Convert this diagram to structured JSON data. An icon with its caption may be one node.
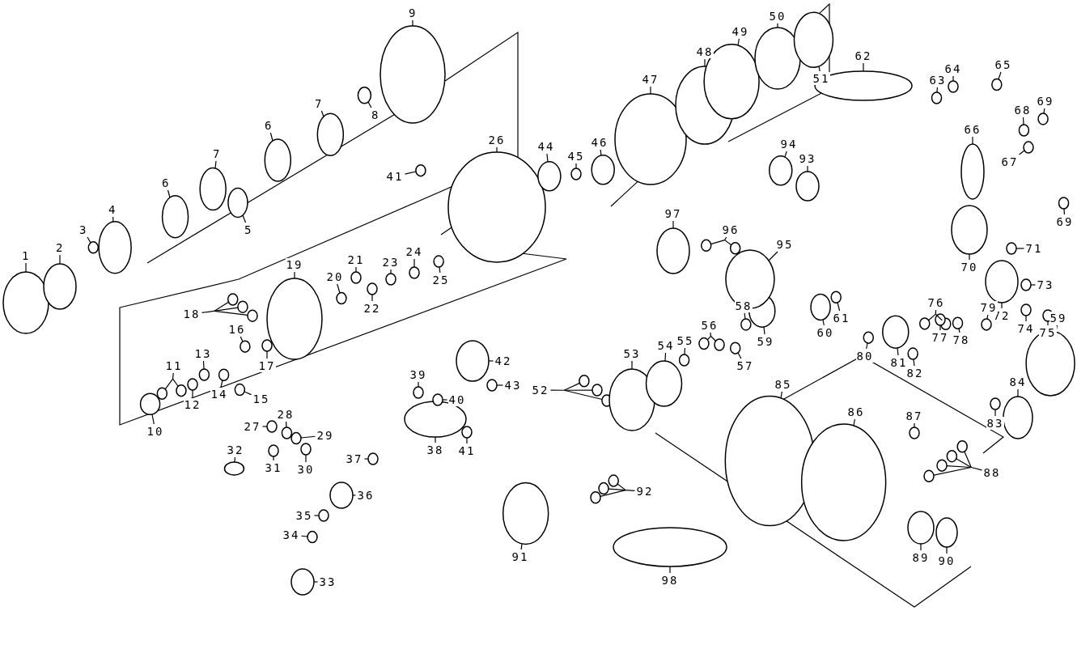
{
  "diagram": {
    "nodes": [
      {
        "text": [
          "1"
        ]
      },
      {
        "text": [
          "2"
        ]
      },
      {
        "text": [
          "3"
        ]
      },
      {
        "text": [
          "4"
        ]
      },
      {
        "text": [
          "5"
        ]
      },
      {
        "text": [
          "6"
        ]
      },
      {
        "text": [
          "6"
        ]
      },
      {
        "text": [
          "7"
        ]
      },
      {
        "text": [
          "7"
        ]
      },
      {
        "text": [
          "8"
        ]
      },
      {
        "text": [
          "9"
        ]
      },
      {
        "text": [
          "10"
        ]
      },
      {
        "text": [
          "11"
        ]
      },
      {
        "text": [
          "12"
        ]
      },
      {
        "text": [
          "13"
        ]
      },
      {
        "text": [
          "14"
        ]
      },
      {
        "text": [
          "15"
        ]
      },
      {
        "text": [
          "16"
        ]
      },
      {
        "text": [
          "17"
        ]
      },
      {
        "text": [
          "18"
        ]
      },
      {
        "text": [
          "19"
        ]
      },
      {
        "text": [
          "20"
        ]
      },
      {
        "text": [
          "21"
        ]
      },
      {
        "text": [
          "22"
        ]
      },
      {
        "text": [
          "23"
        ]
      },
      {
        "text": [
          "24"
        ]
      },
      {
        "text": [
          "25"
        ]
      },
      {
        "text": [
          "26"
        ]
      },
      {
        "text": [
          "27"
        ]
      },
      {
        "text": [
          "28"
        ]
      },
      {
        "text": [
          "29"
        ]
      },
      {
        "text": [
          "30"
        ]
      },
      {
        "text": [
          "31"
        ]
      },
      {
        "text": [
          "32"
        ]
      },
      {
        "text": [
          "33"
        ]
      },
      {
        "text": [
          "34"
        ]
      },
      {
        "text": [
          "35"
        ]
      },
      {
        "text": [
          "36"
        ]
      },
      {
        "text": [
          "37"
        ]
      },
      {
        "text": [
          "38"
        ]
      },
      {
        "text": [
          "39"
        ]
      },
      {
        "text": [
          "40"
        ]
      },
      {
        "text": [
          "41"
        ]
      },
      {
        "text": [
          "41"
        ]
      },
      {
        "text": [
          "42"
        ]
      },
      {
        "text": [
          "43"
        ]
      },
      {
        "text": [
          "44"
        ]
      },
      {
        "text": [
          "45"
        ]
      },
      {
        "text": [
          "46"
        ]
      },
      {
        "text": [
          "47"
        ]
      },
      {
        "text": [
          "48"
        ]
      },
      {
        "text": [
          "49"
        ]
      },
      {
        "text": [
          "50"
        ]
      },
      {
        "text": [
          "51"
        ]
      },
      {
        "text": [
          "52"
        ]
      },
      {
        "text": [
          "53"
        ]
      },
      {
        "text": [
          "54"
        ]
      },
      {
        "text": [
          "55"
        ]
      },
      {
        "text": [
          "56"
        ]
      },
      {
        "text": [
          "57"
        ]
      },
      {
        "text": [
          "58"
        ]
      },
      {
        "text": [
          "59"
        ]
      },
      {
        "text": [
          "59"
        ]
      },
      {
        "text": [
          "60"
        ]
      },
      {
        "text": [
          "61"
        ]
      },
      {
        "text": [
          "62"
        ]
      },
      {
        "text": [
          "63"
        ]
      },
      {
        "text": [
          "64"
        ]
      },
      {
        "text": [
          "65"
        ]
      },
      {
        "text": [
          "66"
        ]
      },
      {
        "text": [
          "67"
        ]
      },
      {
        "text": [
          "68"
        ]
      },
      {
        "text": [
          "69"
        ]
      },
      {
        "text": [
          "69"
        ]
      },
      {
        "text": [
          "70"
        ]
      },
      {
        "text": [
          "71"
        ]
      },
      {
        "text": [
          "72"
        ]
      },
      {
        "text": [
          "73"
        ]
      },
      {
        "text": [
          "74"
        ]
      },
      {
        "text": [
          "75"
        ]
      },
      {
        "text": [
          "76"
        ]
      },
      {
        "text": [
          "77"
        ]
      },
      {
        "text": [
          "78"
        ]
      },
      {
        "text": [
          "79"
        ]
      },
      {
        "text": [
          "80"
        ]
      },
      {
        "text": [
          "81"
        ]
      },
      {
        "text": [
          "82"
        ]
      },
      {
        "text": [
          "83"
        ]
      },
      {
        "text": [
          "84"
        ]
      },
      {
        "text": [
          "85"
        ]
      },
      {
        "text": [
          "86"
        ]
      },
      {
        "text": [
          "87"
        ]
      },
      {
        "text": [
          "88"
        ]
      },
      {
        "text": [
          "89"
        ]
      },
      {
        "text": [
          "90"
        ]
      },
      {
        "text": [
          "91"
        ]
      },
      {
        "text": [
          "92"
        ]
      },
      {
        "text": [
          "93"
        ]
      },
      {
        "text": [
          "94"
        ]
      },
      {
        "text": [
          "95"
        ]
      },
      {
        "text": [
          "96"
        ]
      },
      {
        "text": [
          "97"
        ]
      },
      {
        "text": [
          "98"
        ]
      },
      {
        "text": [],
        "shape": "circle"
      },
      {
        "text": [],
        "shape": "circle"
      },
      {
        "text": [],
        "shape": "circle"
      },
      {
        "text": [],
        "shape": "circle"
      },
      {
        "text": [],
        "shape": "circle"
      },
      {
        "text": [],
        "shape": "circle"
      },
      {
        "text": [],
        "shape": "circle"
      },
      {
        "text": [],
        "shape": "circle"
      },
      {
        "text": [],
        "shape": "circle"
      },
      {
        "text": [],
        "shape": "circle"
      },
      {
        "text": [],
        "shape": "circle"
      },
      {
        "text": [],
        "shape": "circle"
      },
      {
        "text": [],
        "shape": "circle"
      },
      {
        "text": [],
        "shape": "circle"
      },
      {
        "text": [],
        "shape": "circle"
      },
      {
        "text": [],
        "shape": "circle"
      },
      {
        "text": [],
        "shape": "circle"
      },
      {
        "text": [],
        "shape": "circle"
      },
      {
        "text": [],
        "shape": "circle"
      },
      {
        "text": [],
        "shape": "circle"
      },
      {
        "text": [],
        "shape": "circle"
      },
      {
        "text": [],
        "shape": "circle"
      },
      {
        "text": [],
        "shape": "circle"
      },
      {
        "text": [],
        "shape": "circle"
      },
      {
        "text": [],
        "shape": "circle"
      },
      {
        "text": [],
        "shape": "circle"
      },
      {
        "text": [],
        "shape": "circle"
      },
      {
        "text": [],
        "shape": "circle"
      },
      {
        "text": [],
        "shape": "circle"
      },
      {
        "text": [],
        "shape": "circle"
      },
      {
        "text": [],
        "shape": "circle"
      },
      {
        "text": [],
        "shape": "circle"
      },
      {
        "text": [],
        "shape": "circle"
      },
      {
        "text": [],
        "shape": "circle"
      },
      {
        "text": [],
        "shape": "circle"
      },
      {
        "text": [],
        "shape": "circle"
      },
      {
        "text": [],
        "shape": "circle"
      },
      {
        "text": [],
        "shape": "circle"
      },
      {
        "text": [],
        "shape": "circle"
      },
      {
        "text": [],
        "shape": "circle"
      },
      {
        "text": [],
        "shape": "circle"
      },
      {
        "text": [],
        "shape": "circle"
      },
      {
        "text": [],
        "shape": "circle"
      },
      {
        "text": [],
        "shape": "circle"
      },
      {
        "text": [],
        "shape": "circle"
      },
      {
        "text": [],
        "shape": "circle"
      },
      {
        "text": [],
        "shape": "circle"
      },
      {
        "text": [],
        "shape": "circle"
      },
      {
        "text": [],
        "shape": "circle"
      },
      {
        "text": [],
        "shape": "circle"
      },
      {
        "text": [],
        "shape": "circle"
      },
      {
        "text": [],
        "shape": "circle"
      },
      {
        "text": [],
        "shape": "circle"
      },
      {
        "text": [],
        "shape": "circle"
      },
      {
        "text": [],
        "shape": "circle"
      },
      {
        "text": [],
        "shape": "circle"
      },
      {
        "text": [],
        "shape": "circle"
      },
      {
        "text": [],
        "shape": "circle"
      },
      {
        "text": [],
        "shape": "circle"
      },
      {
        "text": [],
        "shape": "circle"
      },
      {
        "text": [],
        "shape": "circle"
      },
      {
        "text": [],
        "shape": "circle"
      },
      {
        "text": [],
        "shape": "circle"
      },
      {
        "text": [],
        "shape": "circle"
      },
      {
        "text": [],
        "shape": "circle"
      },
      {
        "text": [],
        "shape": "circle"
      },
      {
        "text": [],
        "shape": "circle"
      },
      {
        "text": [],
        "shape": "circle"
      },
      {
        "text": [],
        "shape": "circle"
      },
      {
        "text": [],
        "shape": "circle"
      },
      {
        "text": [],
        "shape": "circle"
      },
      {
        "text": [],
        "shape": "circle"
      },
      {
        "text": [],
        "shape": "circle"
      },
      {
        "text": [],
        "shape": "circle"
      },
      {
        "text": [],
        "shape": "circle"
      },
      {
        "text": [],
        "shape": "circle"
      },
      {
        "text": [],
        "shape": "circle"
      },
      {
        "text": [],
        "shape": "circle"
      },
      {
        "text": [],
        "shape": "circle"
      },
      {
        "text": [],
        "shape": "circle"
      },
      {
        "text": [],
        "shape": "circle"
      },
      {
        "text": [],
        "shape": "circle"
      },
      {
        "text": [],
        "shape": "circle"
      },
      {
        "text": [],
        "shape": "circle"
      },
      {
        "text": [],
        "shape": "circle"
      },
      {
        "text": [],
        "shape": "circle"
      },
      {
        "text": [],
        "shape": "circle"
      },
      {
        "text": [],
        "shape": "circle"
      },
      {
        "text": [],
        "shape": "circle"
      },
      {
        "text": [],
        "shape": "circle"
      },
      {
        "text": [],
        "shape": "circle"
      },
      {
        "text": [],
        "shape": "circle"
      },
      {
        "text": [],
        "shape": "circle"
      },
      {
        "text": [],
        "shape": "circle"
      },
      {
        "text": [],
        "shape": "circle"
      },
      {
        "text": [],
        "shape": "circle"
      },
      {
        "text": [],
        "shape": "circle"
      },
      {
        "text": [],
        "shape": "circle"
      },
      {
        "text": [],
        "shape": "circle"
      },
      {
        "text": [],
        "shape": "circle"
      },
      {
        "text": [],
        "shape": "circle"
      },
      {
        "text": [],
        "shape": "circle"
      },
      {
        "text": [],
        "shape": "circle"
      },
      {
        "text": [],
        "shape": "circle"
      },
      {
        "text": [],
        "shape": "circle"
      },
      {
        "text": [],
        "shape": "circle"
      },
      {
        "text": [],
        "shape": "circle"
      },
      {
        "text": [],
        "shape": "circle"
      },
      {
        "text": [],
        "shape": "circle"
      },
      {
        "text": [],
        "shape": "circle"
      },
      {
        "text": [],
        "shape": "circle"
      },
      {
        "text": [],
        "shape": "circle"
      },
      {
        "text": [],
        "shape": "circle"
      },
      {
        "text": [],
        "shape": "circle"
      },
      {
        "text": [],
        "shape": "circle"
      },
      {
        "text": [],
        "shape": "circle"
      }
    ],
    "edges": [
      {
        "from": 0,
        "to": 103,
        "arrow": "none"
      },
      {
        "from": 1,
        "to": 104,
        "arrow": "none"
      },
      {
        "from": 2,
        "to": 105,
        "arrow": "none"
      },
      {
        "from": 3,
        "to": 106,
        "arrow": "none"
      },
      {
        "from": 4,
        "to": 107,
        "arrow": "none"
      },
      {
        "from": 5,
        "to": 108,
        "arrow": "none"
      },
      {
        "from": 6,
        "to": 109,
        "arrow": "none"
      },
      {
        "from": 7,
        "to": 110,
        "arrow": "none"
      },
      {
        "from": 8,
        "to": 111,
        "arrow": "none"
      },
      {
        "from": 9,
        "to": 112,
        "arrow": "none"
      },
      {
        "from": 10,
        "to": 113,
        "arrow": "none"
      },
      {
        "from": 11,
        "to": 114,
        "arrow": "none"
      },
      {
        "from": 12,
        "to": 115,
        "arrow": "none"
      },
      {
        "from": 12,
        "to": 116,
        "arrow": "none"
      },
      {
        "from": 13,
        "to": 117,
        "arrow": "none"
      },
      {
        "from": 14,
        "to": 118,
        "arrow": "none"
      },
      {
        "from": 15,
        "to": 119,
        "arrow": "none"
      },
      {
        "from": 16,
        "to": 120,
        "arrow": "none"
      },
      {
        "from": 17,
        "to": 121,
        "arrow": "none"
      },
      {
        "from": 18,
        "to": 122,
        "arrow": "none"
      },
      {
        "from": 19,
        "to": 123,
        "arrow": "none"
      },
      {
        "from": 19,
        "to": 124,
        "arrow": "none"
      },
      {
        "from": 19,
        "to": 125,
        "arrow": "none"
      },
      {
        "from": 20,
        "to": 126,
        "arrow": "none"
      },
      {
        "from": 21,
        "to": 127,
        "arrow": "none"
      },
      {
        "from": 22,
        "to": 128,
        "arrow": "none"
      },
      {
        "from": 23,
        "to": 129,
        "arrow": "none"
      },
      {
        "from": 24,
        "to": 130,
        "arrow": "none"
      },
      {
        "from": 25,
        "to": 131,
        "arrow": "none"
      },
      {
        "from": 26,
        "to": 132,
        "arrow": "none"
      },
      {
        "from": 27,
        "to": 133,
        "arrow": "none"
      },
      {
        "from": 28,
        "to": 134,
        "arrow": "none"
      },
      {
        "from": 29,
        "to": 135,
        "arrow": "none"
      },
      {
        "from": 30,
        "to": 136,
        "arrow": "none"
      },
      {
        "from": 31,
        "to": 137,
        "arrow": "none"
      },
      {
        "from": 32,
        "to": 138,
        "arrow": "none"
      },
      {
        "from": 33,
        "to": 139,
        "arrow": "none"
      },
      {
        "from": 34,
        "to": 140,
        "arrow": "none"
      },
      {
        "from": 35,
        "to": 141,
        "arrow": "none"
      },
      {
        "from": 36,
        "to": 142,
        "arrow": "none"
      },
      {
        "from": 37,
        "to": 143,
        "arrow": "none"
      },
      {
        "from": 38,
        "to": 144,
        "arrow": "none"
      },
      {
        "from": 39,
        "to": 145,
        "arrow": "none"
      },
      {
        "from": 40,
        "to": 146,
        "arrow": "none"
      },
      {
        "from": 41,
        "to": 147,
        "arrow": "none"
      },
      {
        "from": 42,
        "to": 148,
        "arrow": "none"
      },
      {
        "from": 43,
        "to": 149,
        "arrow": "none"
      },
      {
        "from": 44,
        "to": 150,
        "arrow": "none"
      },
      {
        "from": 45,
        "to": 151,
        "arrow": "none"
      },
      {
        "from": 46,
        "to": 152,
        "arrow": "none"
      },
      {
        "from": 47,
        "to": 153,
        "arrow": "none"
      },
      {
        "from": 48,
        "to": 154,
        "arrow": "none"
      },
      {
        "from": 49,
        "to": 155,
        "arrow": "none"
      },
      {
        "from": 50,
        "to": 156,
        "arrow": "none"
      },
      {
        "from": 51,
        "to": 157,
        "arrow": "none"
      },
      {
        "from": 52,
        "to": 158,
        "arrow": "none"
      },
      {
        "from": 53,
        "to": 159,
        "arrow": "none"
      },
      {
        "from": 54,
        "to": 160,
        "arrow": "none"
      },
      {
        "from": 54,
        "to": 161,
        "arrow": "none"
      },
      {
        "from": 54,
        "to": 162,
        "arrow": "none"
      },
      {
        "from": 55,
        "to": 163,
        "arrow": "none"
      },
      {
        "from": 56,
        "to": 164,
        "arrow": "none"
      },
      {
        "from": 57,
        "to": 165,
        "arrow": "none"
      },
      {
        "from": 58,
        "to": 166,
        "arrow": "none"
      },
      {
        "from": 58,
        "to": 167,
        "arrow": "none"
      },
      {
        "from": 59,
        "to": 168,
        "arrow": "none"
      },
      {
        "from": 60,
        "to": 169,
        "arrow": "none"
      },
      {
        "from": 61,
        "to": 170,
        "arrow": "none"
      },
      {
        "from": 62,
        "to": 171,
        "arrow": "none"
      },
      {
        "from": 63,
        "to": 172,
        "arrow": "none"
      },
      {
        "from": 64,
        "to": 173,
        "arrow": "none"
      },
      {
        "from": 65,
        "to": 174,
        "arrow": "none"
      },
      {
        "from": 66,
        "to": 175,
        "arrow": "none"
      },
      {
        "from": 67,
        "to": 176,
        "arrow": "none"
      },
      {
        "from": 68,
        "to": 177,
        "arrow": "none"
      },
      {
        "from": 69,
        "to": 178,
        "arrow": "none"
      },
      {
        "from": 70,
        "to": 179,
        "arrow": "none"
      },
      {
        "from": 71,
        "to": 180,
        "arrow": "none"
      },
      {
        "from": 72,
        "to": 181,
        "arrow": "none"
      },
      {
        "from": 73,
        "to": 182,
        "arrow": "none"
      },
      {
        "from": 74,
        "to": 183,
        "arrow": "none"
      },
      {
        "from": 75,
        "to": 184,
        "arrow": "none"
      },
      {
        "from": 76,
        "to": 185,
        "arrow": "none"
      },
      {
        "from": 77,
        "to": 186,
        "arrow": "none"
      },
      {
        "from": 78,
        "to": 187,
        "arrow": "none"
      },
      {
        "from": 79,
        "to": 188,
        "arrow": "none"
      },
      {
        "from": 80,
        "to": 189,
        "arrow": "none"
      },
      {
        "from": 80,
        "to": 190,
        "arrow": "none"
      },
      {
        "from": 81,
        "to": 191,
        "arrow": "none"
      },
      {
        "from": 82,
        "to": 192,
        "arrow": "none"
      },
      {
        "from": 83,
        "to": 193,
        "arrow": "none"
      },
      {
        "from": 84,
        "to": 194,
        "arrow": "none"
      },
      {
        "from": 85,
        "to": 195,
        "arrow": "none"
      },
      {
        "from": 86,
        "to": 196,
        "arrow": "none"
      },
      {
        "from": 87,
        "to": 197,
        "arrow": "none"
      },
      {
        "from": 88,
        "to": 198,
        "arrow": "none"
      },
      {
        "from": 89,
        "to": 199,
        "arrow": "none"
      },
      {
        "from": 90,
        "to": 200,
        "arrow": "none"
      },
      {
        "from": 91,
        "to": 201,
        "arrow": "none"
      },
      {
        "from": 92,
        "to": 202,
        "arrow": "none"
      },
      {
        "from": 92,
        "to": 203,
        "arrow": "none"
      },
      {
        "from": 92,
        "to": 204,
        "arrow": "none"
      },
      {
        "from": 92,
        "to": 205,
        "arrow": "none"
      },
      {
        "from": 93,
        "to": 206,
        "arrow": "none"
      },
      {
        "from": 94,
        "to": 207,
        "arrow": "none"
      },
      {
        "from": 95,
        "to": 208,
        "arrow": "none"
      },
      {
        "from": 96,
        "to": 209,
        "arrow": "none"
      },
      {
        "from": 96,
        "to": 210,
        "arrow": "none"
      },
      {
        "from": 96,
        "to": 211,
        "arrow": "none"
      },
      {
        "from": 97,
        "to": 212,
        "arrow": "none"
      },
      {
        "from": 98,
        "to": 213,
        "arrow": "none"
      },
      {
        "from": 99,
        "to": 214,
        "arrow": "none"
      },
      {
        "from": 100,
        "to": 215,
        "arrow": "none"
      },
      {
        "from": 100,
        "to": 216,
        "arrow": "none"
      },
      {
        "from": 101,
        "to": 217,
        "arrow": "none"
      },
      {
        "from": 102,
        "to": 218,
        "arrow": "none"
      }
    ]
  }
}
